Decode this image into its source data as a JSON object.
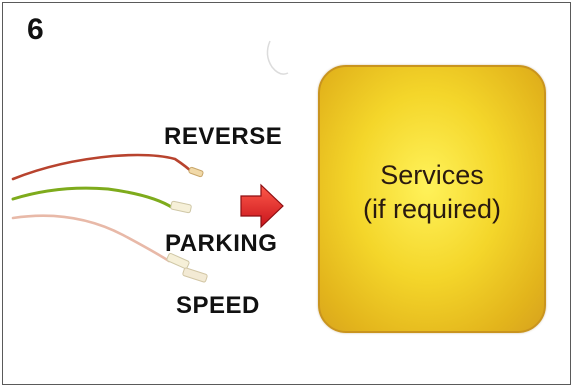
{
  "step_number": "6",
  "wire_labels": {
    "reverse": "REVERSE",
    "parking": "PARKING",
    "speed": "SPEED"
  },
  "services_box": {
    "line1": "Services",
    "line2": "(if required)"
  },
  "colors": {
    "wire_reverse": "#b8432e",
    "wire_parking": "#7eab1c",
    "wire_speed": "#e8b9a8",
    "arrow": "#e0262a",
    "box_fill": "#f4d62a",
    "box_border": "#c9941e"
  },
  "icons": {
    "arrow": "right-arrow-icon"
  }
}
